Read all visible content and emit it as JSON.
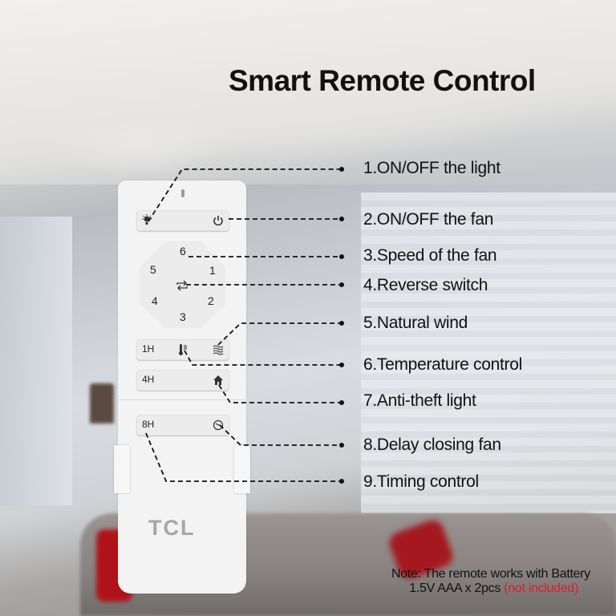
{
  "title": "Smart Remote Control",
  "remote": {
    "brand_logo": "TCL",
    "buttons": {
      "light_icon": "lightbulb-icon",
      "fan_power_icon": "power-icon",
      "reverse_icon": "reverse-arrows-icon",
      "speeds": [
        "1",
        "2",
        "3",
        "4",
        "5",
        "6"
      ],
      "timer_1h": "1H",
      "timer_4h": "4H",
      "timer_8h": "8H",
      "temperature_icon": "thermometer-icon",
      "natural_wind_icon": "wind-waves-icon",
      "anti_theft_icon": "home-icon",
      "delay_close_icon": "clock-icon"
    }
  },
  "features": [
    {
      "label": "1.ON/OFF the light"
    },
    {
      "label": "2.ON/OFF the fan"
    },
    {
      "label": "3.Speed of the fan"
    },
    {
      "label": "4.Reverse switch"
    },
    {
      "label": "5.Natural wind"
    },
    {
      "label": "6.Temperature control"
    },
    {
      "label": "7.Anti-theft light"
    },
    {
      "label": "8.Delay closing fan"
    },
    {
      "label": "9.Timing control"
    }
  ],
  "note": {
    "line1": "Note: The remote works with Battery",
    "line2": "1.5V AAA x 2pcs",
    "line2_highlight": "(not included)",
    "highlight_color": "#d8202a"
  }
}
